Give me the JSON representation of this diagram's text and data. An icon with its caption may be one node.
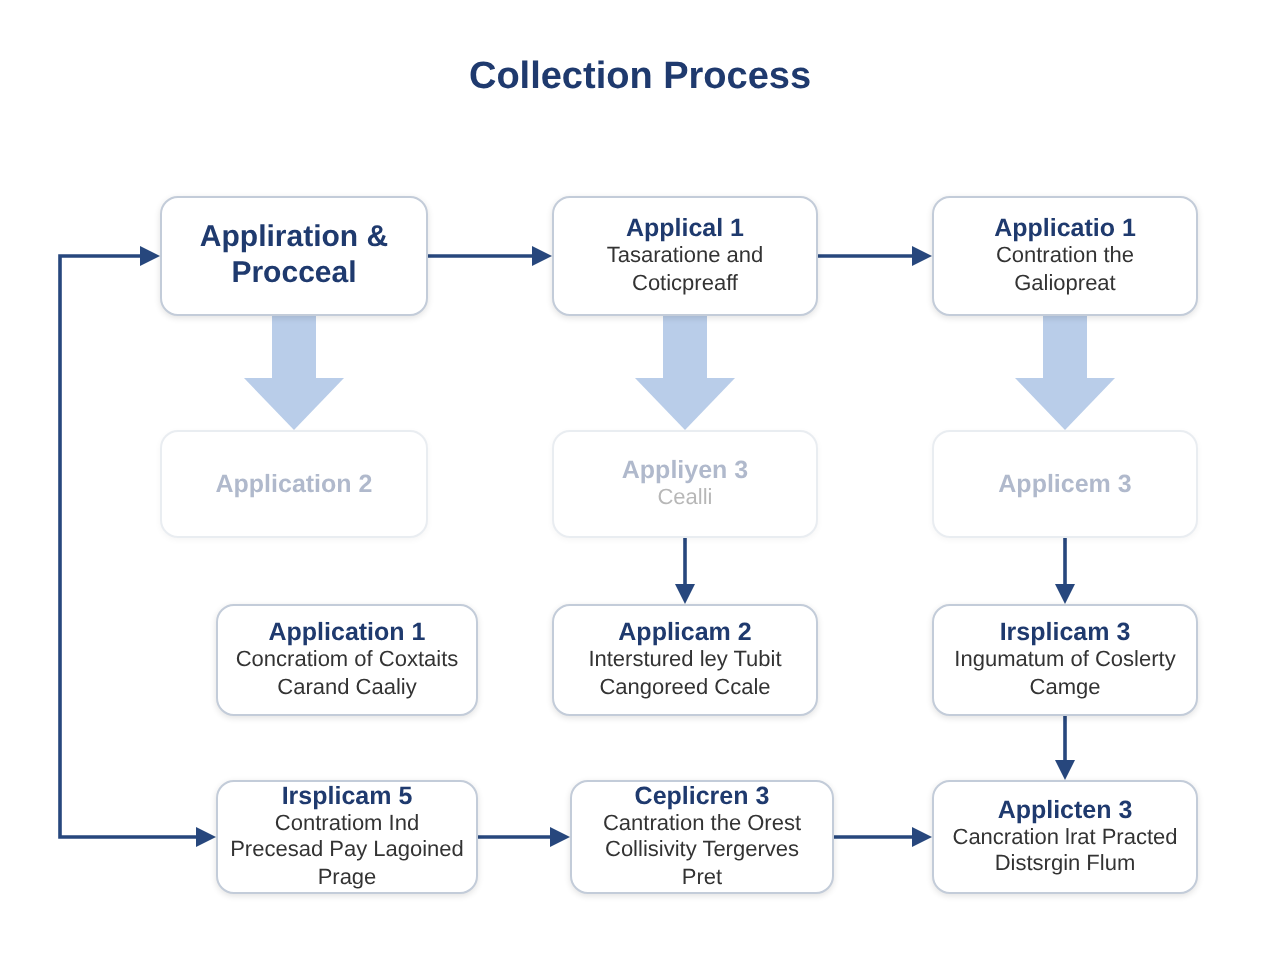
{
  "diagram": {
    "title": "Collection Process",
    "nodes": [
      {
        "text": [
          "Appliration & Procceal"
        ]
      },
      {
        "text": [
          "Applical 1",
          "Tasaratione and Coticpreaff"
        ]
      },
      {
        "text": [
          "Applicatio 1",
          "Contration the Galiopreat"
        ]
      },
      {
        "text": [
          "Application 2"
        ]
      },
      {
        "text": [
          "Appliyen 3",
          "Cealli"
        ]
      },
      {
        "text": [
          "Applicem 3"
        ]
      },
      {
        "text": [
          "Application 1",
          "Concratiom of Coxtaits Carand Caaliy"
        ]
      },
      {
        "text": [
          "Applicam 2",
          "Interstured ley Tubit Cangoreed Ccale"
        ]
      },
      {
        "text": [
          "Irsplicam 3",
          "Ingumatum of Coslerty Camge"
        ]
      },
      {
        "text": [
          "Irsplicam 5",
          "Contratiom Ind Precesad Pay Lagoined Prage"
        ]
      },
      {
        "text": [
          "Ceplicren 3",
          "Cantration the Orest Collisivity Tergerves Pret"
        ]
      },
      {
        "text": [
          "Applicten 3",
          "Cancration lrat Practed Distsrgin Flum"
        ]
      }
    ],
    "edges": [
      {
        "from": 0,
        "to": 1,
        "arrow": "to"
      },
      {
        "from": 1,
        "to": 2,
        "arrow": "to"
      },
      {
        "from": 0,
        "to": 3,
        "arrow": "to",
        "style": "thick",
        "color": "#b9cde9"
      },
      {
        "from": 1,
        "to": 4,
        "arrow": "to",
        "style": "thick",
        "color": "#b9cde9"
      },
      {
        "from": 2,
        "to": 5,
        "arrow": "to",
        "style": "thick",
        "color": "#b9cde9"
      },
      {
        "from": 4,
        "to": 7,
        "arrow": "to"
      },
      {
        "from": 5,
        "to": 8,
        "arrow": "to"
      },
      {
        "from": 8,
        "to": 11,
        "arrow": "to"
      },
      {
        "from": 9,
        "to": 0,
        "arrow": "both"
      },
      {
        "from": 9,
        "to": 10,
        "arrow": "to"
      },
      {
        "from": 10,
        "to": 11,
        "arrow": "to"
      }
    ]
  }
}
